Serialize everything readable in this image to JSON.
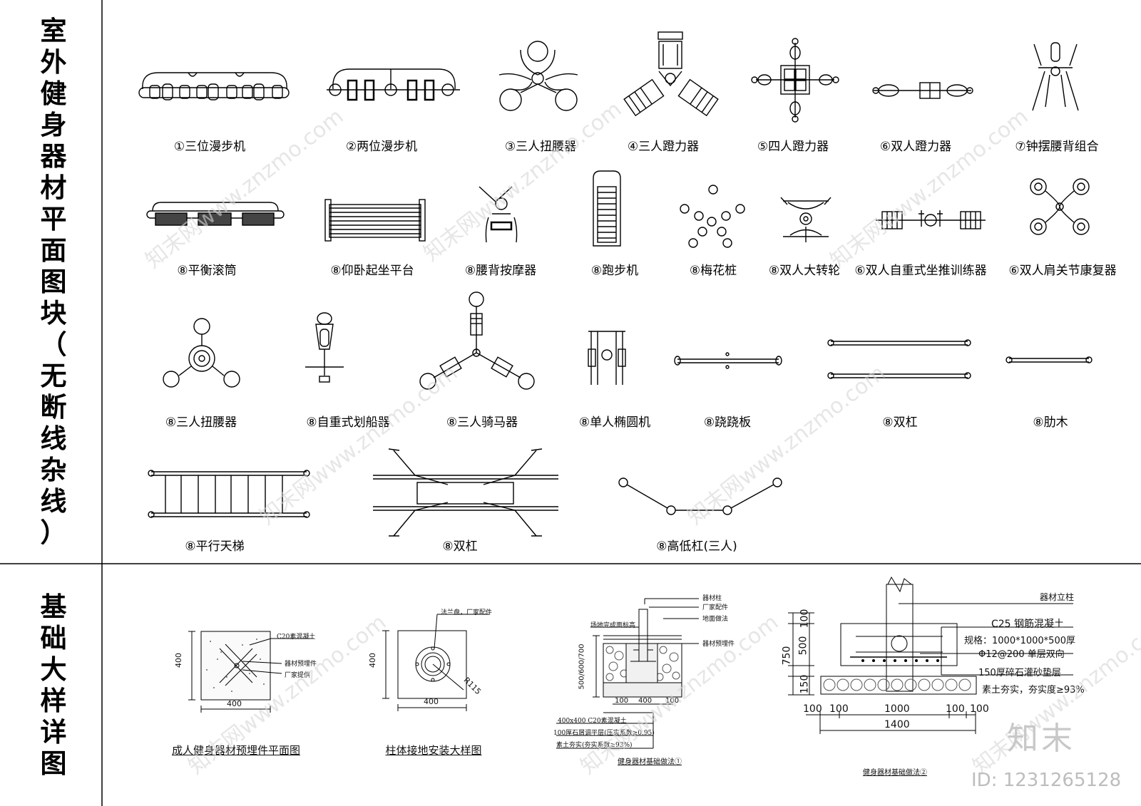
{
  "section_titles": {
    "plan": "室外健身器材平面图块（无断线杂线）",
    "foundation": "基础大样详图"
  },
  "equipment_labels": [
    "①三位漫步机",
    "②两位漫步机",
    "③三人扭腰器",
    "④三人蹬力器",
    "⑤四人蹬力器",
    "⑥双人蹬力器",
    "⑦钟摆腰背组合",
    "⑧平衡滚筒",
    "⑧仰卧起坐平台",
    "⑧腰背按摩器",
    "⑧跑步机",
    "⑧梅花桩",
    "⑧双人大转轮",
    "⑥双人自重式坐推训练器",
    "⑥双人肩关节康复器",
    "⑧三人扭腰器",
    "⑧自重式划船器",
    "⑧三人骑马器",
    "⑧单人椭圆机",
    "⑧跷跷板",
    "⑧双杠",
    "⑧肋木",
    "⑧平行天梯",
    "⑧双杠",
    "⑧高低杠(三人)"
  ],
  "details": {
    "d1": {
      "caption": "成人健身器材预埋件平面图",
      "note_concrete": "C20素混凝土",
      "note_embed": "器材预埋件",
      "note_vendor": "厂家提供",
      "dim_w": "400",
      "dim_h": "400"
    },
    "d2": {
      "caption": "柱体接地安装大样图",
      "note_flange": "法兰盘，厂家配件",
      "dim_r": "R115",
      "dim_w": "400",
      "dim_h": "400"
    },
    "d3": {
      "caption": "健身器材基础做法①",
      "n1": "器材柱",
      "n2": "厂家配件",
      "n3": "地面做法",
      "n4": "器材预埋件",
      "n5": "场地完成面标高",
      "n6": "400x400 C20素混凝土",
      "n7": "100厚石屑调平层(压实系数≥0.95)",
      "n8": "素土夯实(夯实系数≥93%)",
      "depth": "500/600/700",
      "d100a": "100",
      "d400": "400",
      "d100b": "100"
    },
    "d4": {
      "caption": "健身器材基础做法②",
      "n1": "器材立柱",
      "n2": "C25 钢筋混凝土",
      "n3": "规格：1000*1000*500厚",
      "n4": "Φ12@200 单层双向",
      "n5": "150厚碎石灌砂垫层",
      "n6": "素土夯实，夯实度≥93%",
      "h100": "100",
      "h500": "500",
      "h150": "150",
      "h750": "750",
      "w100a": "100",
      "w100b": "100",
      "w1000": "1000",
      "w100c": "100",
      "w100d": "100",
      "w1400": "1400"
    }
  },
  "watermark": {
    "text": "知末网www.znzmo.com",
    "brand": "知末",
    "id": "ID: 1231265128"
  }
}
